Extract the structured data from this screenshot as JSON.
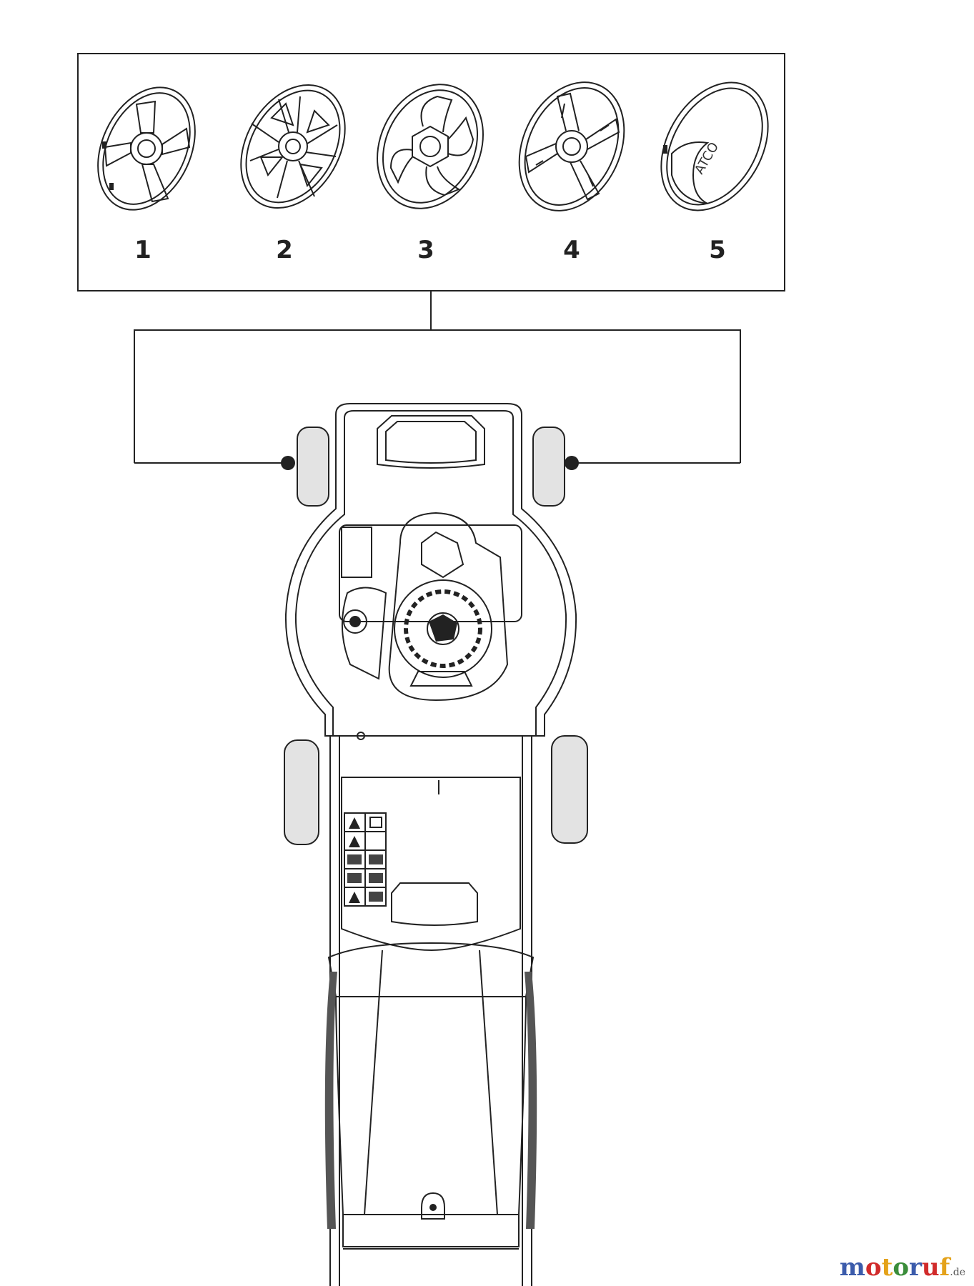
{
  "parts": {
    "numbers": [
      "1",
      "2",
      "3",
      "4",
      "5"
    ],
    "cap5_logo": "ATCO"
  },
  "watermark": {
    "letters": [
      "m",
      "o",
      "t",
      "o",
      "r",
      "u",
      "f"
    ],
    "colors": [
      "#3b5bab",
      "#d12b2b",
      "#e4a21a",
      "#3a8d3a",
      "#3b5bab",
      "#d12b2b",
      "#e4a21a"
    ],
    "suffix": ".de"
  }
}
